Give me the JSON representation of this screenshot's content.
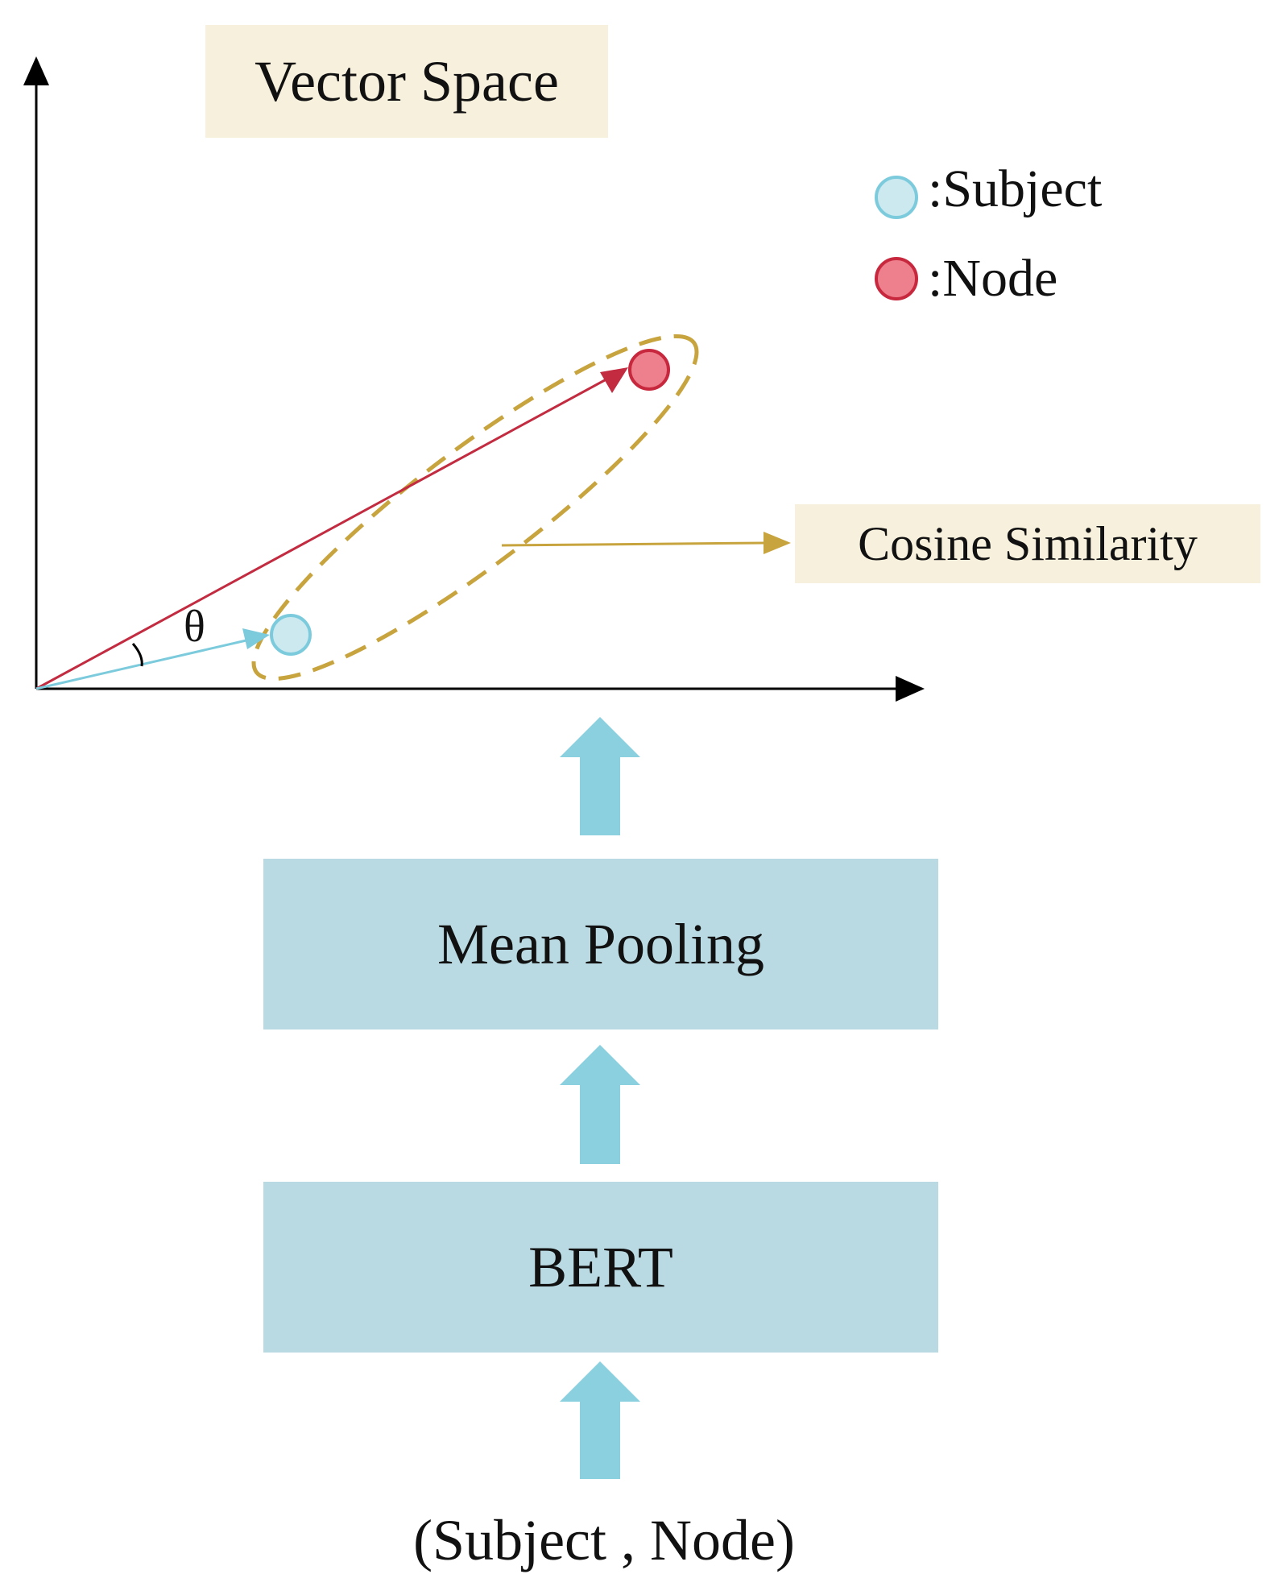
{
  "title": "Vector Space",
  "legend": {
    "subject": {
      "label": ":Subject",
      "fill": "#cde9f0",
      "stroke": "#7ccbdd"
    },
    "node": {
      "label": ":Node",
      "fill": "#ee7f8c",
      "stroke": "#c8283e"
    }
  },
  "angle_label": "θ",
  "similarity_label": "Cosine Similarity",
  "modules": [
    {
      "label": "Mean Pooling"
    },
    {
      "label": "BERT"
    }
  ],
  "input_label": "(Subject , Node)",
  "colors": {
    "label_background": "#f6f0dd",
    "module_background": "#b9dae2",
    "flow_arrow": "#8bd0df",
    "subject_vector": "#7ccbdd",
    "node_vector": "#c22b40",
    "similarity_ellipse": "#c8a43f",
    "axis": "#000000"
  }
}
